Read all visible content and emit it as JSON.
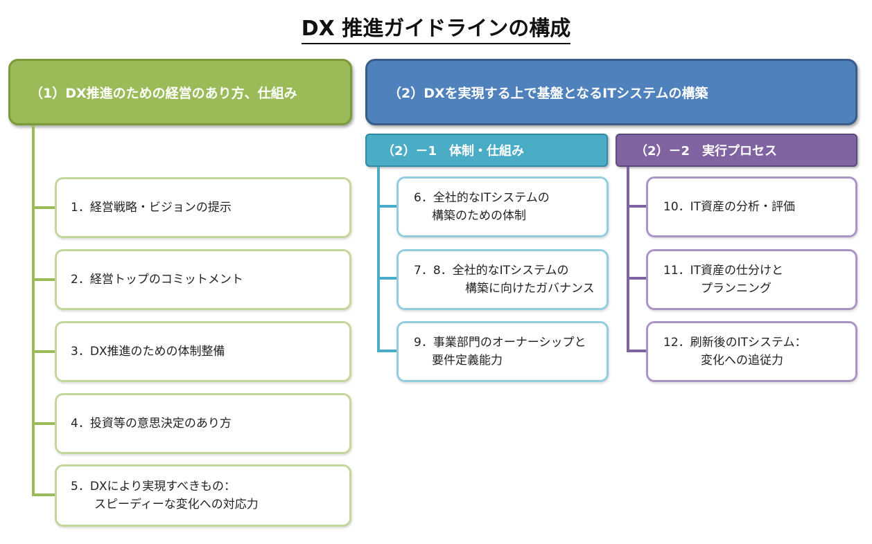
{
  "title": "DX 推進ガイドラインの構成",
  "section1": {
    "header": "（1）DX推進のための経営のあり方、仕組み",
    "items": [
      {
        "line1": "1．経営戦略・ビジョンの提示",
        "line2": ""
      },
      {
        "line1": "2．経営トップのコミットメント",
        "line2": ""
      },
      {
        "line1": "3．DX推進のための体制整備",
        "line2": ""
      },
      {
        "line1": "4．投資等の意思決定のあり方",
        "line2": ""
      },
      {
        "line1": "5．DXにより実現すべきもの：",
        "line2": "スピーディーな変化への対応力"
      }
    ]
  },
  "section2": {
    "header": "（2）DXを実現する上で基盤となるITシステムの構築",
    "sub1": {
      "header": "（2）－1　体制・仕組み",
      "items": [
        {
          "line1": "6．全社的なITシステムの",
          "line2": "構築のための体制"
        },
        {
          "line1": "7．8．全社的なITシステムの",
          "line2": "構築に向けたガバナンス"
        },
        {
          "line1": "9．事業部門のオーナーシップと",
          "line2": "要件定義能力"
        }
      ]
    },
    "sub2": {
      "header": "（2）－2　実行プロセス",
      "items": [
        {
          "line1": "10．IT資産の分析・評価",
          "line2": ""
        },
        {
          "line1": "11．IT資産の仕分けと",
          "line2": "プランニング"
        },
        {
          "line1": "12．刷新後のITシステム：",
          "line2": "変化への追従力"
        }
      ]
    }
  },
  "colors": {
    "green": "#9bbb59",
    "blue": "#4f81bd",
    "teal": "#4bacc6",
    "purple": "#8064a2"
  }
}
